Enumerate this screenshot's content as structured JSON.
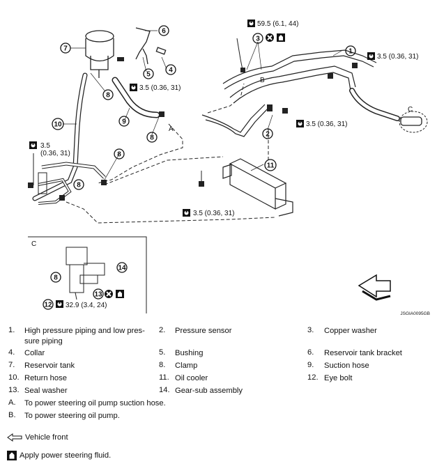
{
  "figure_code": "JSGIA0095GB",
  "callouts": [
    "1",
    "2",
    "3",
    "4",
    "5",
    "6",
    "7",
    "8",
    "9",
    "10",
    "11",
    "12",
    "13",
    "14"
  ],
  "view_letters": {
    "a": "A",
    "b": "B",
    "c": "C",
    "c_detail": "C"
  },
  "torques": {
    "t_59_5": "59.5 (6.1, 44)",
    "t_3_5_right": "3.5 (0.36, 31)",
    "t_3_5_center": "3.5 (0.36, 31)",
    "t_3_5_mid": "3.5 (0.36, 31)",
    "t_3_5_left_a": "3.5",
    "t_3_5_left_b": "(0.36, 31)",
    "t_3_5_bottom": "3.5 (0.36, 31)",
    "t_32_9": "32.9 (3.4, 24)"
  },
  "legend": [
    [
      {
        "num": "1.",
        "label": "High pressure piping and low pres-sure piping"
      },
      {
        "num": "2.",
        "label": "Pressure sensor"
      },
      {
        "num": "3.",
        "label": "Copper washer"
      }
    ],
    [
      {
        "num": "4.",
        "label": "Collar"
      },
      {
        "num": "5.",
        "label": "Bushing"
      },
      {
        "num": "6.",
        "label": "Reservoir tank bracket"
      }
    ],
    [
      {
        "num": "7.",
        "label": "Reservoir tank"
      },
      {
        "num": "8.",
        "label": "Clamp"
      },
      {
        "num": "9.",
        "label": "Suction hose"
      }
    ],
    [
      {
        "num": "10.",
        "label": "Return hose"
      },
      {
        "num": "11.",
        "label": "Oil cooler"
      },
      {
        "num": "12.",
        "label": "Eye bolt"
      }
    ],
    [
      {
        "num": "13.",
        "label": "Seal washer"
      },
      {
        "num": "14.",
        "label": "Gear-sub assembly"
      }
    ]
  ],
  "notes": [
    {
      "num": "A.",
      "label": "To power steering oil pump suction hose."
    },
    {
      "num": "B.",
      "label": "To power steering oil pump."
    }
  ],
  "footer": {
    "vehicle_front": "Vehicle front",
    "apply_fluid": "Apply power steering fluid."
  },
  "icons": {
    "torque": "torque-wrench-icon",
    "no_reuse": "do-not-reuse-icon",
    "fluid": "apply-fluid-icon",
    "front": "vehicle-front-arrow-icon"
  }
}
